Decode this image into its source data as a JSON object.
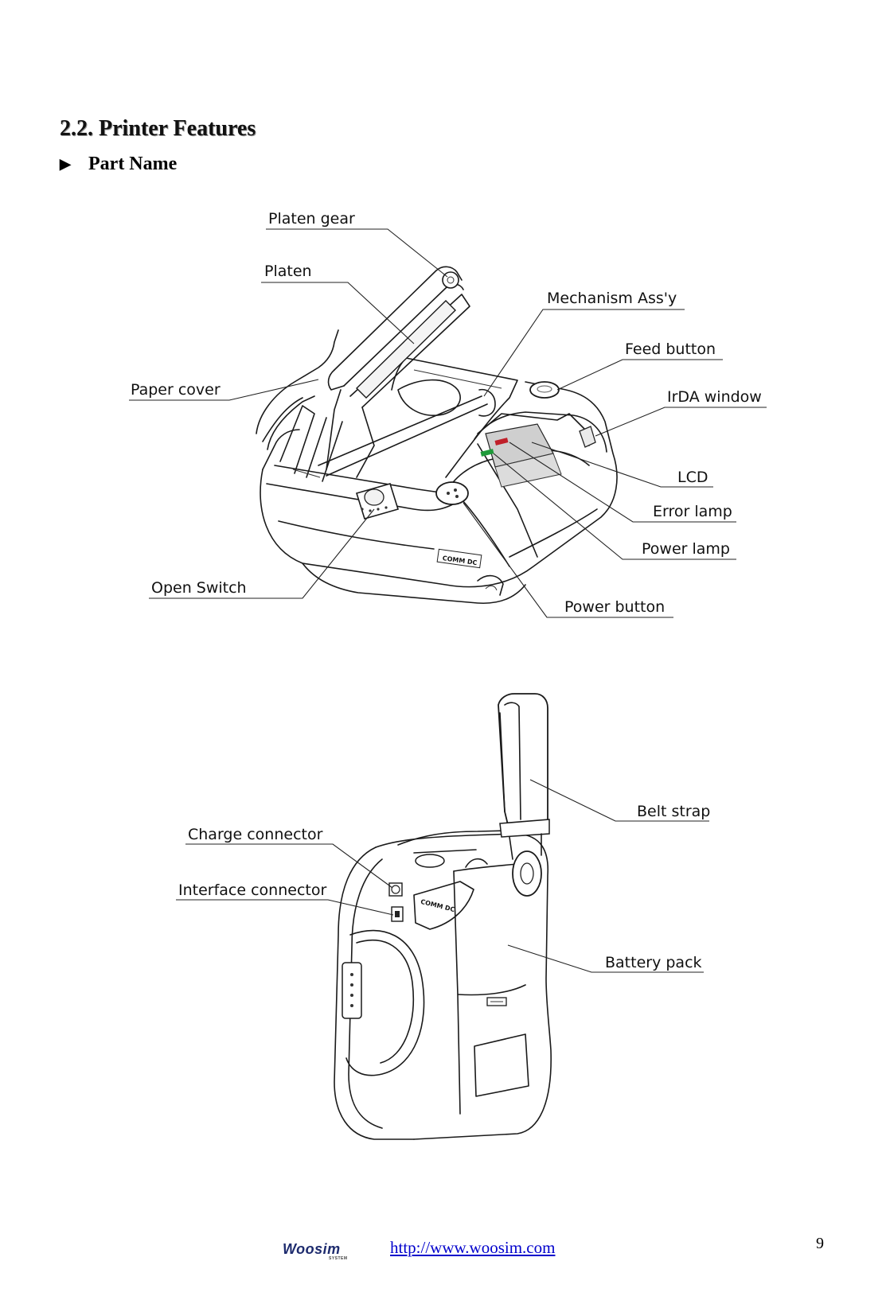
{
  "section": {
    "title": "2.2. Printer Features"
  },
  "subheading": {
    "marker": "▶",
    "label": "Part Name"
  },
  "figure_top": {
    "labels": {
      "platen_gear": "Platen gear",
      "platen": "Platen",
      "mechanism": "Mechanism Ass'y",
      "feed_button": "Feed button",
      "paper_cover": "Paper cover",
      "irda_window": "IrDA window",
      "lcd": "LCD",
      "error_lamp": "Error lamp",
      "power_lamp": "Power lamp",
      "open_switch": "Open Switch",
      "power_button": "Power button"
    },
    "front_marking": "COMM DC"
  },
  "figure_bottom": {
    "labels": {
      "belt_strap": "Belt strap",
      "charge_connector": "Charge connector",
      "interface_connector": "Interface connector",
      "battery_pack": "Battery pack"
    },
    "side_marking": "COMM DC"
  },
  "footer": {
    "logo_text": "Woosim",
    "logo_sub": "SYSTEM",
    "url": "http://www.woosim.com",
    "page_number": "9"
  },
  "colors": {
    "link": "#0000cc",
    "error_lamp": "#c0202a",
    "power_lamp": "#1f9a3a"
  }
}
